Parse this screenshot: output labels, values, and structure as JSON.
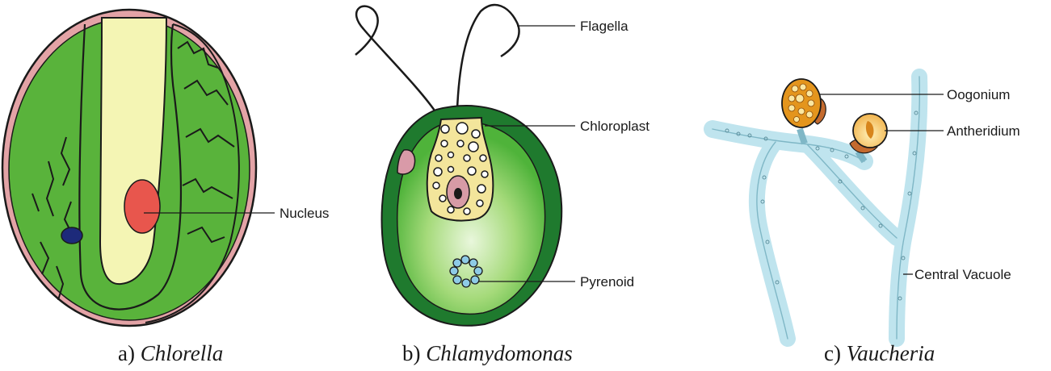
{
  "panels": {
    "chlorella": {
      "caption_prefix": "a)",
      "caption_name": "Chlorella",
      "labels": {
        "nucleus": "Nucleus"
      }
    },
    "chlamydomonas": {
      "caption_prefix": "b)",
      "caption_name": "Chlamydomonas",
      "labels": {
        "flagella": "Flagella",
        "chloroplast": "Chloroplast",
        "pyrenoid": "Pyrenoid"
      }
    },
    "vaucheria": {
      "caption_prefix": "c)",
      "caption_name": "Vaucheria",
      "labels": {
        "oogonium": "Oogonium",
        "antheridium": "Antheridium",
        "central_vacuole": "Central Vacuole"
      }
    }
  },
  "colors": {
    "cell_green": "#59b33b",
    "dark_green": "#1f7a2e",
    "cell_wall_pink": "#e3a3a6",
    "pale_yellow": "#f4f5b4",
    "nucleus_red": "#e8564d",
    "filament_blue": "#cfeaf0",
    "oogonium_orange": "#e4951d"
  }
}
